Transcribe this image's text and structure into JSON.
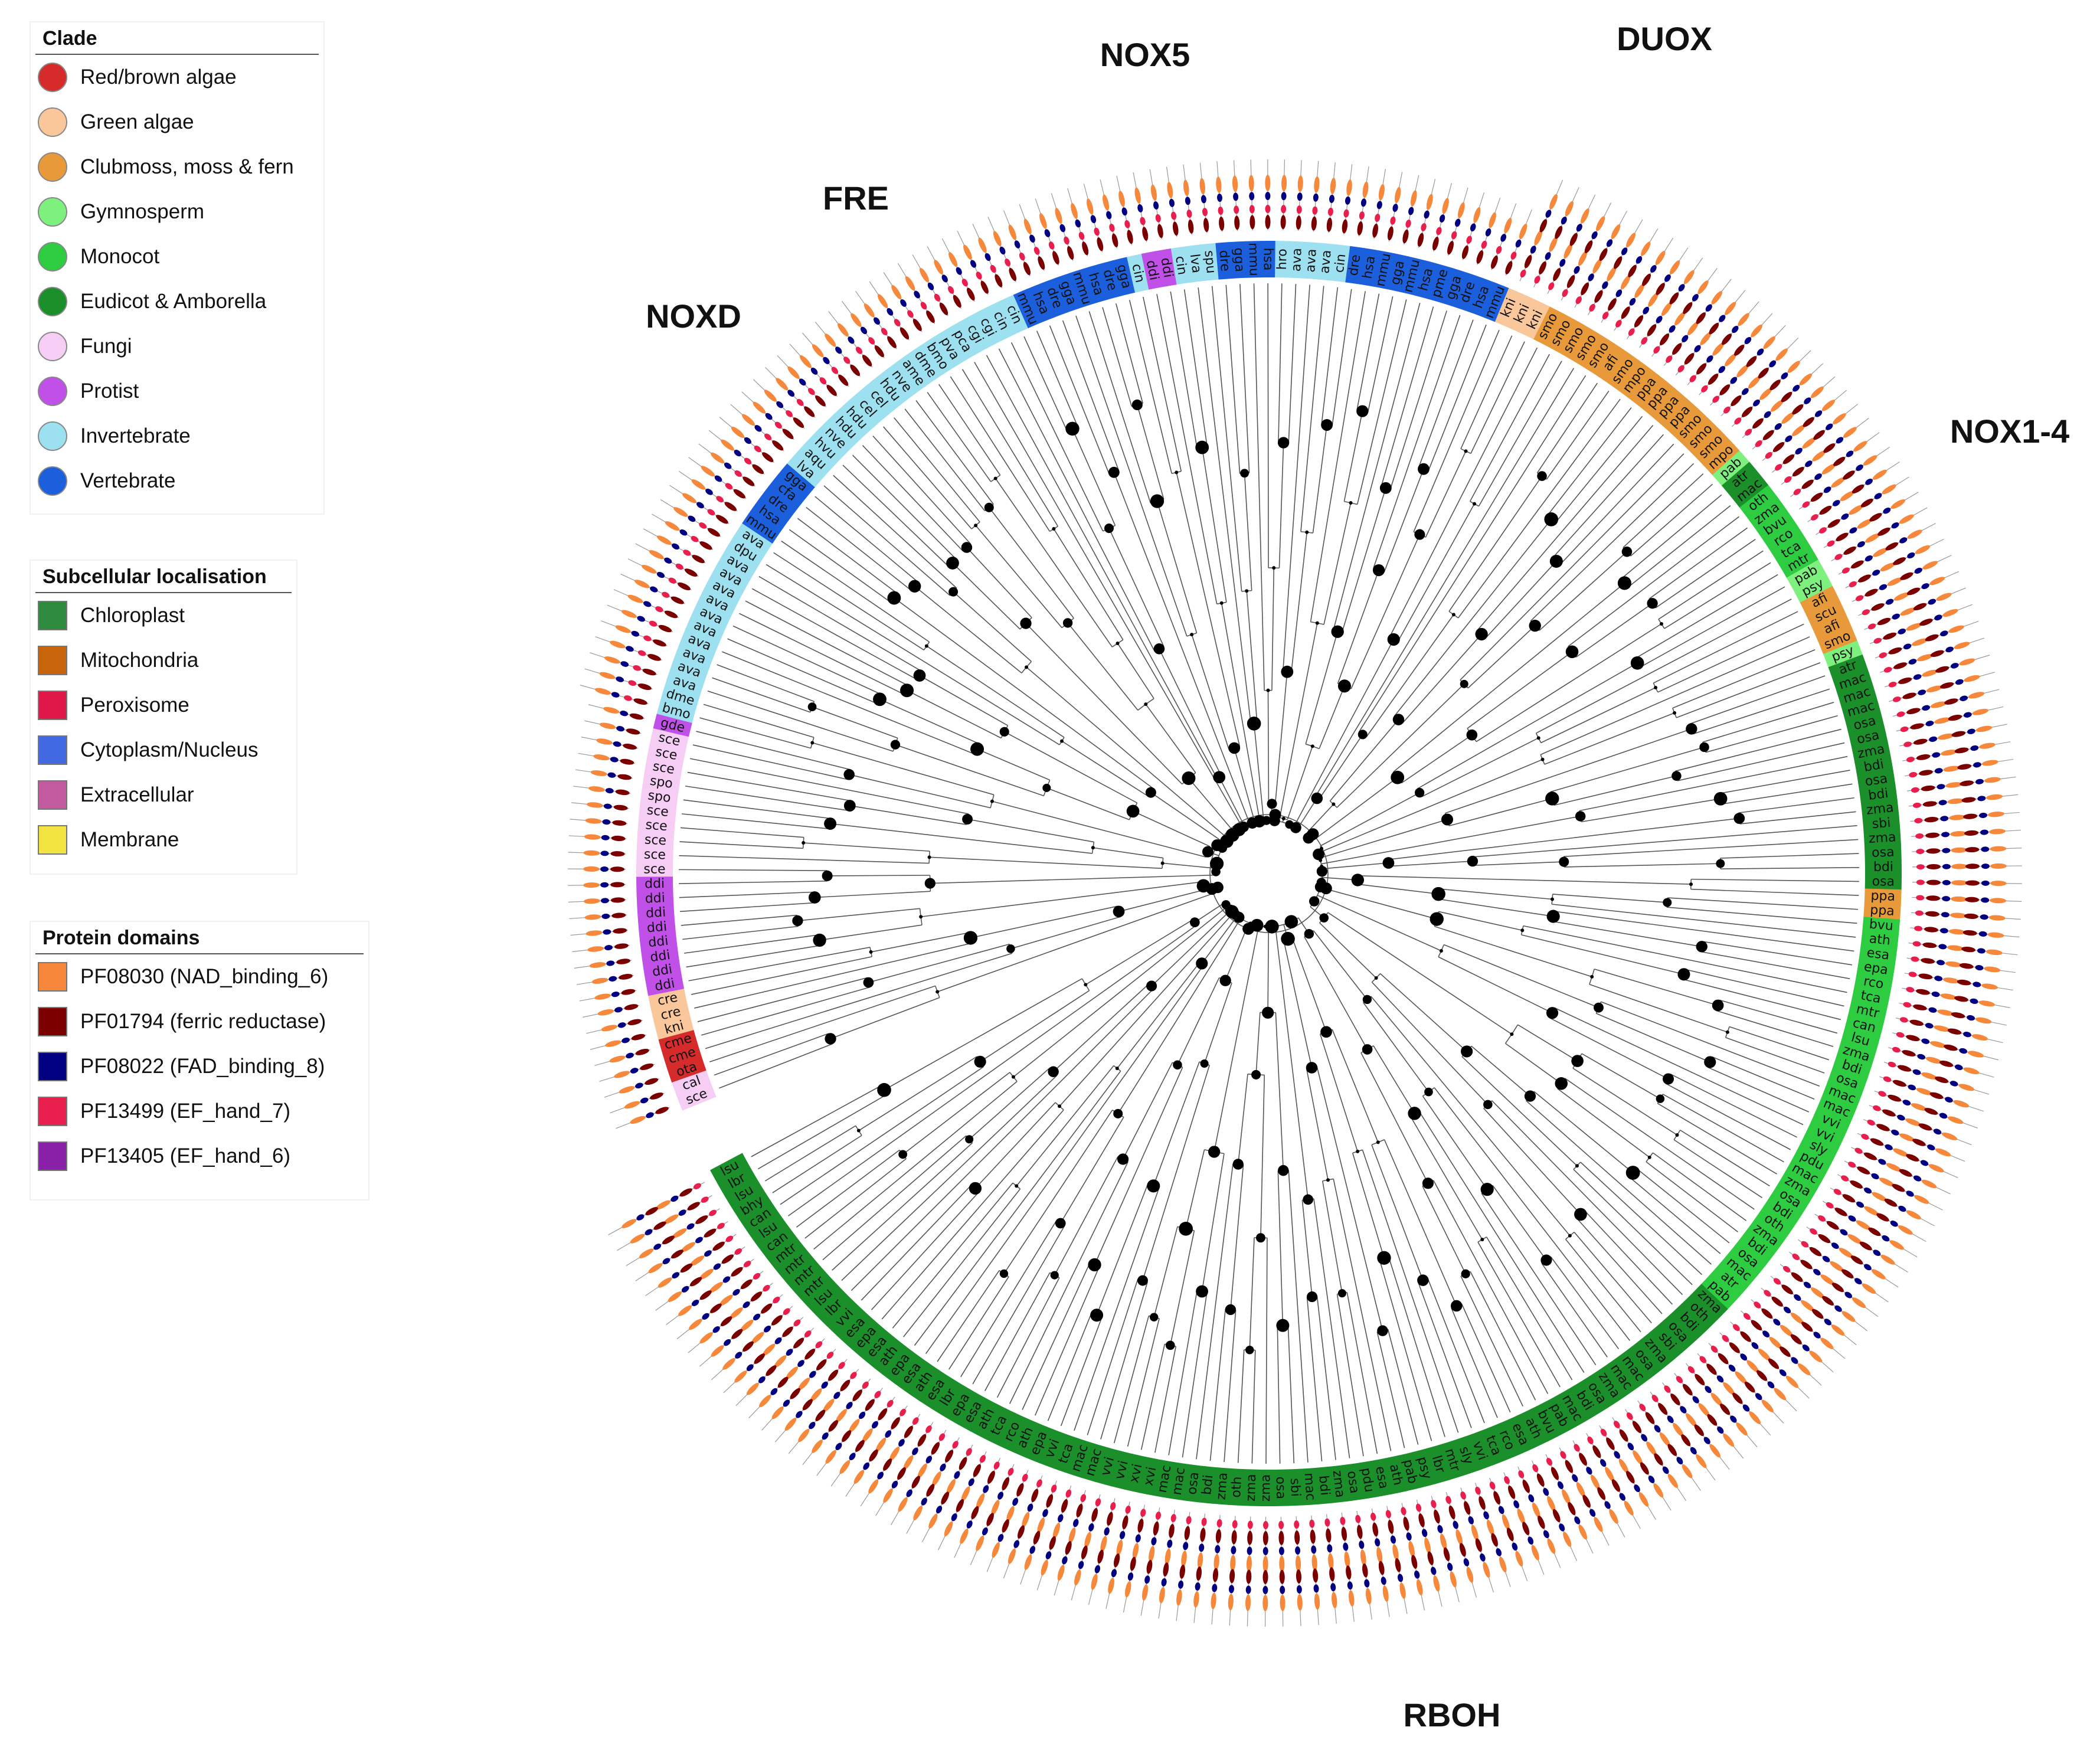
{
  "legends": {
    "clade": {
      "title": "Clade",
      "items": [
        {
          "label": "Red/brown algae",
          "color": "#d62b2b"
        },
        {
          "label": "Green algae",
          "color": "#f9c79a"
        },
        {
          "label": "Clubmoss, moss & fern",
          "color": "#e89a3a"
        },
        {
          "label": "Gymnosperm",
          "color": "#7ef07e"
        },
        {
          "label": "Monocot",
          "color": "#2ecc40"
        },
        {
          "label": "Eudicot & Amborella",
          "color": "#1a8f2a"
        },
        {
          "label": "Fungi",
          "color": "#f5cdf5"
        },
        {
          "label": "Protist",
          "color": "#c050e8"
        },
        {
          "label": "Invertebrate",
          "color": "#9de0f0"
        },
        {
          "label": "Vertebrate",
          "color": "#1c5fdc"
        }
      ]
    },
    "localisation": {
      "title": "Subcellular localisation",
      "items": [
        {
          "label": "Chloroplast",
          "color": "#2e8b3e"
        },
        {
          "label": "Mitochondria",
          "color": "#c8650a"
        },
        {
          "label": "Peroxisome",
          "color": "#e0184a"
        },
        {
          "label": "Cytoplasm/Nucleus",
          "color": "#4169e1"
        },
        {
          "label": "Extracellular",
          "color": "#c25aa0"
        },
        {
          "label": "Membrane",
          "color": "#f4e442"
        }
      ]
    },
    "domains": {
      "title": "Protein domains",
      "items": [
        {
          "label": "PF08030 (NAD_binding_6)",
          "color": "#f5883a"
        },
        {
          "label": "PF01794 (ferric reductase)",
          "color": "#7a0000"
        },
        {
          "label": "PF08022 (FAD_binding_8)",
          "color": "#000080"
        },
        {
          "label": "PF13499 (EF_hand_7)",
          "color": "#e81e4c"
        },
        {
          "label": "PF13405 (EF_hand_6)",
          "color": "#8a1fa8"
        }
      ]
    }
  },
  "tree": {
    "group_labels": [
      "NOX5",
      "DUOX",
      "FRE",
      "NOXD",
      "NOX1-4",
      "RBOH"
    ],
    "clade_segments": [
      {
        "clade": "Fungi",
        "color": "#f5cdf5",
        "codes": [
          "sce",
          "cal"
        ]
      },
      {
        "clade": "Red/brown algae",
        "color": "#d62b2b",
        "codes": [
          "ota",
          "cme",
          "cme"
        ]
      },
      {
        "clade": "Green algae",
        "color": "#f9c79a",
        "codes": [
          "kni",
          "cre",
          "cre"
        ]
      },
      {
        "clade": "Protist",
        "color": "#c050e8",
        "codes": [
          "ddi",
          "ddi",
          "ddi",
          "ddi",
          "ddi",
          "ddi",
          "ddi",
          "ddi"
        ]
      },
      {
        "clade": "Fungi",
        "color": "#f5cdf5",
        "codes": [
          "sce",
          "sce",
          "sce",
          "sce",
          "sce",
          "spo",
          "spo",
          "sce",
          "sce",
          "sce"
        ]
      },
      {
        "clade": "Protist",
        "color": "#c050e8",
        "codes": [
          "gde"
        ]
      },
      {
        "clade": "Invertebrate",
        "color": "#9de0f0",
        "codes": [
          "bmo",
          "dme",
          "ava",
          "ava",
          "ava",
          "ava",
          "ava",
          "ava",
          "ava",
          "ava",
          "ava",
          "ava",
          "dpu",
          "ava"
        ]
      },
      {
        "clade": "Vertebrate",
        "color": "#1c5fdc",
        "codes": [
          "mmu",
          "hsa",
          "dre",
          "cfa",
          "gga"
        ]
      },
      {
        "clade": "Invertebrate",
        "color": "#9de0f0",
        "codes": [
          "lva",
          "aqu",
          "hvu",
          "nve",
          "hdu",
          "hdu",
          "cel",
          "cel",
          "hdu",
          "nve",
          "ame",
          "dme",
          "bmo",
          "pva",
          "pca",
          "cgi",
          "cgi",
          "cin",
          "cin"
        ]
      },
      {
        "clade": "Vertebrate",
        "color": "#1c5fdc",
        "codes": [
          "mmu",
          "hsa",
          "dre",
          "gga",
          "mmu",
          "hsa",
          "dre",
          "gga"
        ]
      },
      {
        "clade": "Invertebrate",
        "color": "#9de0f0",
        "codes": [
          "cin"
        ]
      },
      {
        "clade": "Protist",
        "color": "#c050e8",
        "codes": [
          "ddi",
          "ddi"
        ]
      },
      {
        "clade": "Invertebrate",
        "color": "#9de0f0",
        "codes": [
          "cin",
          "lva",
          "spu"
        ]
      },
      {
        "clade": "Vertebrate",
        "color": "#1c5fdc",
        "codes": [
          "dre",
          "gga",
          "mmu",
          "hsa"
        ]
      },
      {
        "clade": "Invertebrate",
        "color": "#9de0f0",
        "codes": [
          "hro",
          "ava",
          "ava",
          "ava",
          "cin"
        ]
      },
      {
        "clade": "Vertebrate",
        "color": "#1c5fdc",
        "codes": [
          "dre",
          "hsa",
          "mmu",
          "gga",
          "mmu",
          "hsa",
          "pme",
          "gga",
          "dre",
          "hsa",
          "mmu"
        ]
      },
      {
        "clade": "Green algae",
        "color": "#f9c79a",
        "codes": [
          "kni",
          "kni",
          "kni"
        ]
      },
      {
        "clade": "Clubmoss, moss & fern",
        "color": "#e89a3a",
        "codes": [
          "smo",
          "smo",
          "smo",
          "smo",
          "smo",
          "afi",
          "smo",
          "mpo",
          "ppa",
          "ppa",
          "ppa",
          "ppa",
          "smo",
          "smo",
          "smo",
          "mpo"
        ]
      },
      {
        "clade": "Gymnosperm",
        "color": "#7ef07e",
        "codes": [
          "pab"
        ]
      },
      {
        "clade": "Eudicot & Amborella",
        "color": "#1a8f2a",
        "codes": [
          "atr",
          "mac"
        ]
      },
      {
        "clade": "Monocot",
        "color": "#2ecc40",
        "codes": [
          "oth",
          "zma",
          "bvu",
          "rco",
          "tca",
          "mtr"
        ]
      },
      {
        "clade": "Gymnosperm",
        "color": "#7ef07e",
        "codes": [
          "pab",
          "psy"
        ]
      },
      {
        "clade": "Clubmoss, moss & fern",
        "color": "#e89a3a",
        "codes": [
          "afi",
          "scu",
          "afi",
          "smo"
        ]
      },
      {
        "clade": "Gymnosperm",
        "color": "#7ef07e",
        "codes": [
          "psy"
        ]
      },
      {
        "clade": "Eudicot & Amborella",
        "color": "#1a8f2a",
        "codes": [
          "atr",
          "mac",
          "mac",
          "mac",
          "osa",
          "osa",
          "zma",
          "bdi",
          "osa",
          "bdi",
          "zma",
          "sbi",
          "zma",
          "osa",
          "bdi",
          "osa"
        ]
      },
      {
        "clade": "Clubmoss, moss & fern",
        "color": "#e89a3a",
        "codes": [
          "ppa",
          "ppa"
        ]
      },
      {
        "clade": "Monocot",
        "color": "#2ecc40",
        "codes": [
          "bvu",
          "ath",
          "esa",
          "epa",
          "rco",
          "tca",
          "mtr",
          "can",
          "lsu",
          "zma",
          "bdi",
          "osa",
          "mac",
          "mac",
          "vvi",
          "vvi",
          "sly",
          "pdu",
          "mac",
          "zma",
          "osa",
          "bdi",
          "oth",
          "zma",
          "bdi",
          "osa",
          "mac",
          "atr",
          "pab"
        ]
      },
      {
        "clade": "Eudicot & Amborella",
        "color": "#1a8f2a",
        "codes": [
          "zma",
          "oth",
          "bdi",
          "osa",
          "sbi",
          "zma",
          "osa",
          "mac",
          "mac",
          "zma",
          "osa",
          "bdi",
          "mac",
          "pab",
          "bvu",
          "ath",
          "esa",
          "rco",
          "tca",
          "vvi",
          "sly",
          "mtr",
          "lbr",
          "psy",
          "pab",
          "ath",
          "esa",
          "pdu"
        ]
      },
      {
        "clade": "Eudicot & Amborella",
        "color": "#1a8f2a",
        "codes": [
          "osa",
          "zma",
          "bdi",
          "mac",
          "sbi",
          "osa",
          "zma",
          "zma",
          "oth",
          "zma",
          "bdi",
          "osa",
          "mac",
          "mac",
          "xvi",
          "xvi",
          "vvi",
          "vvi",
          "mac",
          "mac",
          "tca",
          "vvi",
          "epa",
          "ath",
          "rco",
          "tca",
          "ath",
          "esa",
          "epa",
          "lbr"
        ]
      },
      {
        "clade": "Eudicot & Amborella",
        "color": "#1a8f2a",
        "codes": [
          "esa",
          "ath",
          "esa",
          "epa",
          "ath",
          "esa",
          "epa",
          "esa",
          "vvi",
          "lbr",
          "lsu",
          "mtr",
          "mtr",
          "mtr",
          "mtr",
          "can",
          "lsu",
          "can",
          "bhy",
          "lsu",
          "lbr",
          "lsu"
        ]
      }
    ]
  }
}
